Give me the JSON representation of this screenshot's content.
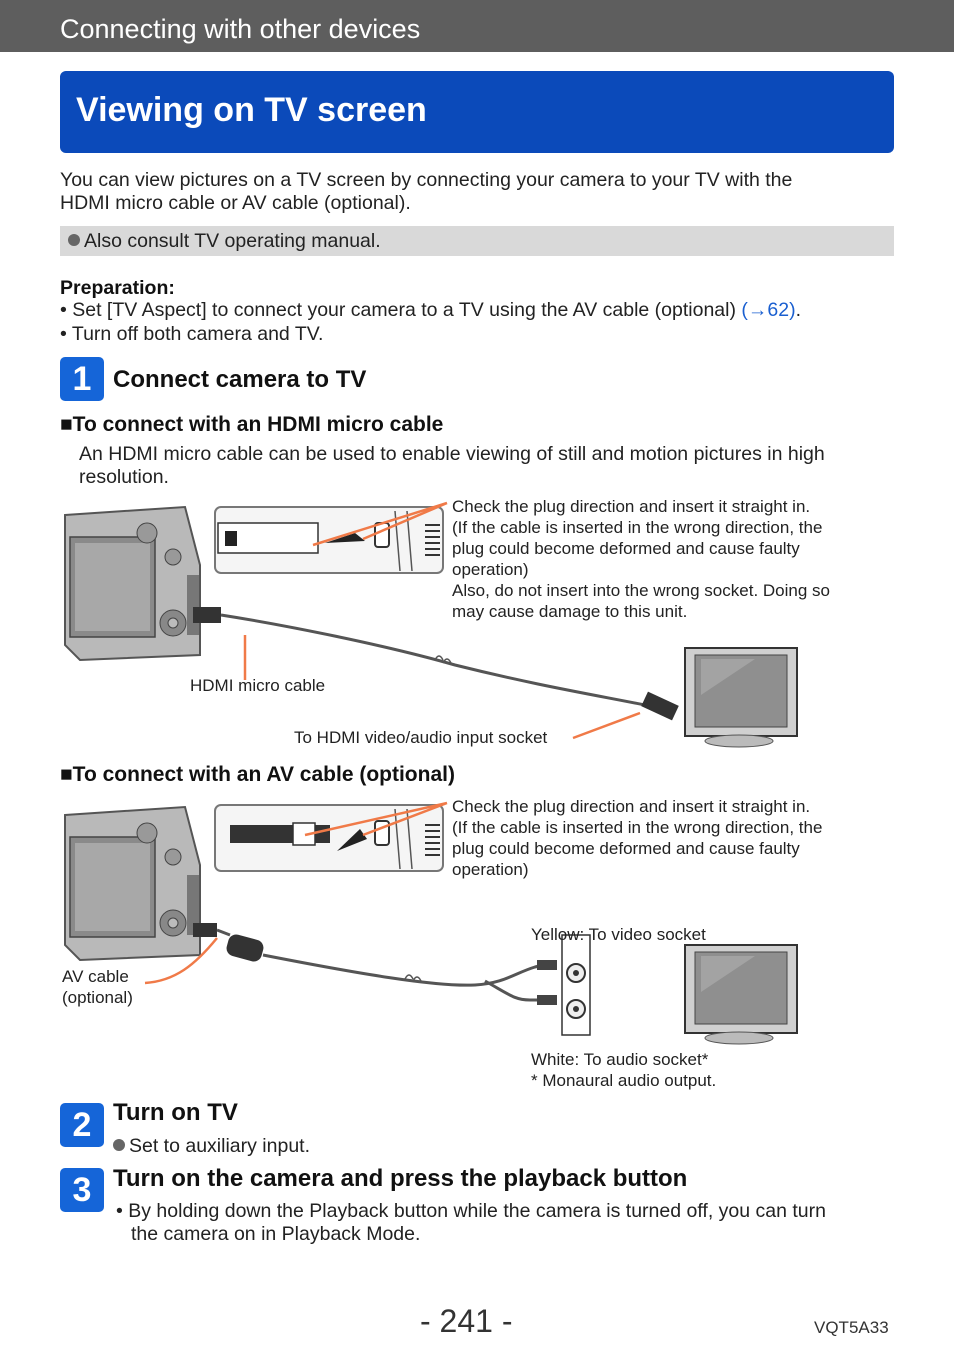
{
  "header": {
    "section": "Connecting with other devices",
    "title": "Viewing on TV screen"
  },
  "intro": {
    "line1": "You can view pictures on a TV screen by connecting your camera to your TV with the",
    "line2": "HDMI micro cable or AV cable (optional)."
  },
  "note": "Also consult TV operating manual.",
  "preparation": {
    "heading": "Preparation:",
    "item1_text": "• Set [TV Aspect] to connect your camera to a TV using the AV cable (optional) ",
    "item1_link": "(→62)",
    "item1_end": ".",
    "item2": "• Turn off both camera and TV."
  },
  "step1": {
    "number": "1",
    "title": "Connect camera to TV",
    "hdmi": {
      "heading": "■To connect with an HDMI micro cable",
      "desc1": "An HDMI micro cable can be used to enable viewing of still and motion pictures in high",
      "desc2": "resolution.",
      "callout": [
        "Check the plug direction and insert it straight in.",
        "(If the cable is inserted in the wrong direction, the",
        "plug could become deformed and cause faulty",
        "operation)",
        "Also, do not insert into the wrong socket. Doing so",
        "may cause damage to this unit."
      ],
      "cable_label": "HDMI micro cable",
      "socket_label": "To HDMI video/audio input socket"
    },
    "av": {
      "heading": "■To connect with an AV cable (optional)",
      "callout": [
        "Check the plug direction and insert it straight in.",
        "(If the cable is inserted in the wrong direction, the",
        "plug could become deformed and cause faulty",
        "operation)"
      ],
      "yellow_label": "Yellow: To video socket",
      "cable_label_1": "AV cable",
      "cable_label_2": "(optional)",
      "white_label": "White: To audio socket*",
      "footnote": "* Monaural audio output."
    }
  },
  "step2": {
    "number": "2",
    "title": "Turn on TV",
    "item": "Set to auxiliary input."
  },
  "step3": {
    "number": "3",
    "title": "Turn on the camera and press the playback button",
    "item1": "• By holding down the Playback button while the camera is turned off, you can turn",
    "item2": "the camera on in Playback Mode."
  },
  "footer": {
    "page": "- 241 -",
    "code": "VQT5A33"
  },
  "colors": {
    "header_bar": "#5e5e5e",
    "title_box": "#0b4aba",
    "step_badge": "#1565d8",
    "link": "#1a5fd0",
    "callout_line": "#f07a48"
  }
}
